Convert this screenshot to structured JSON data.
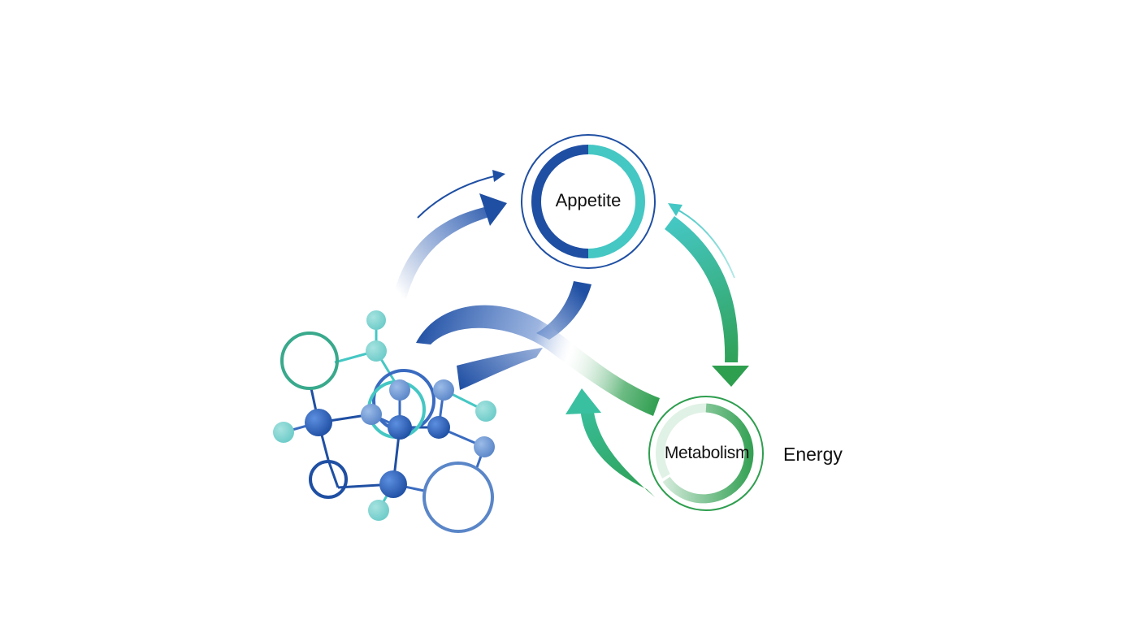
{
  "diagram": {
    "nodes": {
      "appetite": {
        "label": "Appetite"
      },
      "metabolism": {
        "label": "Metabolism"
      }
    },
    "side_label": "Energy"
  },
  "colors": {
    "navy": "#1f4fa3",
    "blue": "#3a6bc0",
    "mid_blue": "#6b95cf",
    "teal": "#45c7c4",
    "light_teal": "#7fd3d0",
    "green": "#2e9e4f",
    "sea_green": "#39a98c",
    "background": "#ffffff"
  },
  "icons": [
    "molecule-network-icon",
    "appetite-ring-icon",
    "metabolism-ring-icon"
  ]
}
